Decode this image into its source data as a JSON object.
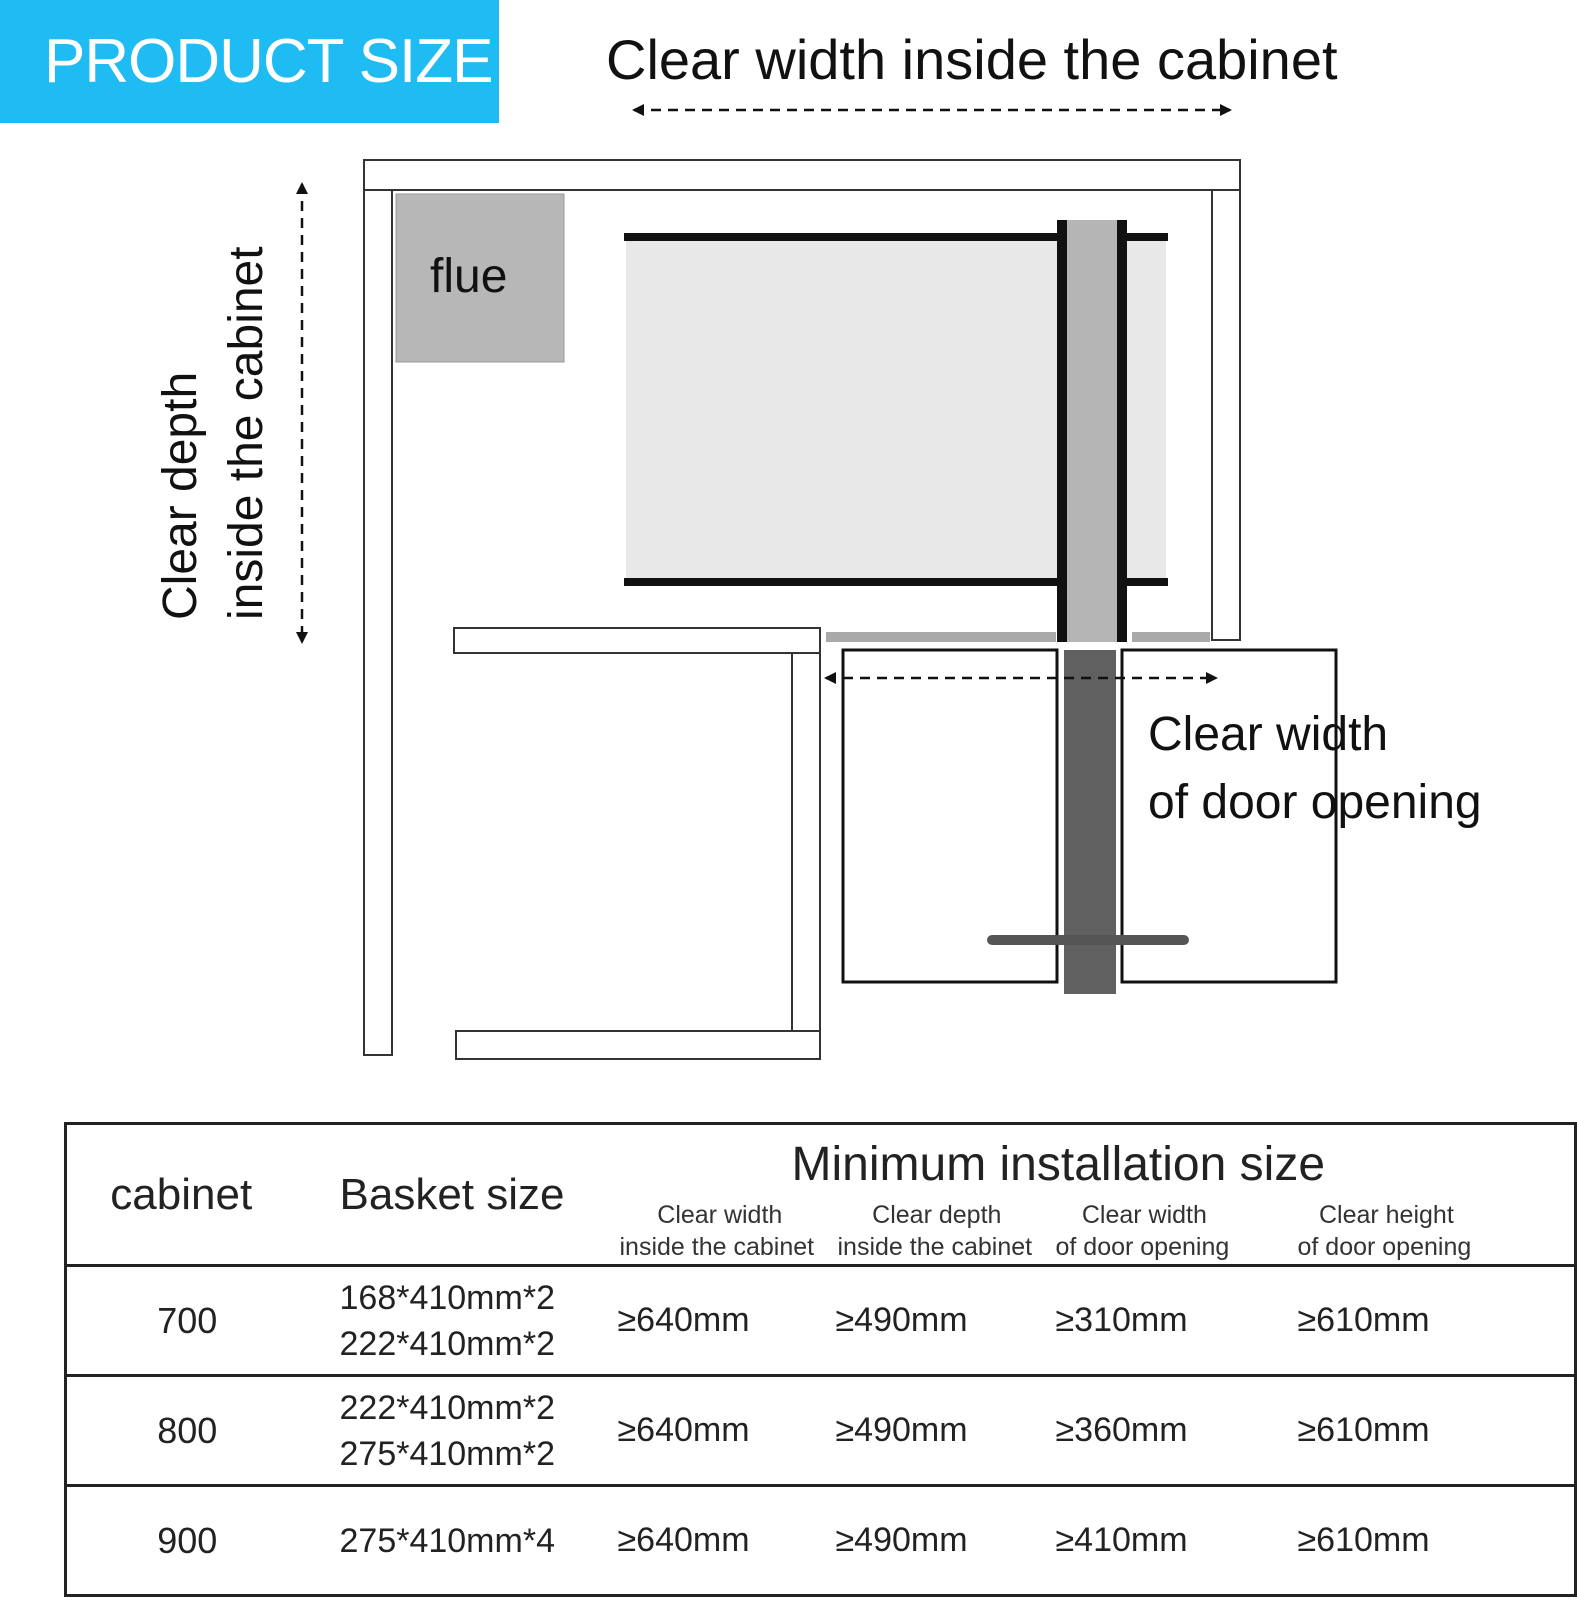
{
  "banner": {
    "title": "PRODUCT SIZE",
    "color": "#1ebcf3"
  },
  "diagram": {
    "top_label": "Clear width inside the cabinet",
    "side_label_line1": "Clear depth",
    "side_label_line2": "inside the cabinet",
    "flue_label": "flue",
    "door_label_line1": "Clear width",
    "door_label_line2": "of door opening"
  },
  "table": {
    "col_cabinet": "cabinet",
    "col_basket": "Basket size",
    "group_title": "Minimum installation size",
    "sub_headers": [
      {
        "line1": "Clear width",
        "line2": "inside the cabinet"
      },
      {
        "line1": "Clear depth",
        "line2": "inside the cabinet"
      },
      {
        "line1": "Clear width",
        "line2": "of door opening"
      },
      {
        "line1": "Clear height",
        "line2": "of door opening"
      }
    ],
    "rows": [
      {
        "cabinet": "700",
        "basket1": "168*410mm*2",
        "basket2": "222*410mm*2",
        "width": "≥640mm",
        "depth": "≥490mm",
        "door_width": "≥310mm",
        "door_height": "≥610mm"
      },
      {
        "cabinet": "800",
        "basket1": "222*410mm*2",
        "basket2": "275*410mm*2",
        "width": "≥640mm",
        "depth": "≥490mm",
        "door_width": "≥360mm",
        "door_height": "≥610mm"
      },
      {
        "cabinet": "900",
        "basket1": "275*410mm*4",
        "basket2": "",
        "width": "≥640mm",
        "depth": "≥490mm",
        "door_width": "≥410mm",
        "door_height": "≥610mm"
      }
    ]
  }
}
